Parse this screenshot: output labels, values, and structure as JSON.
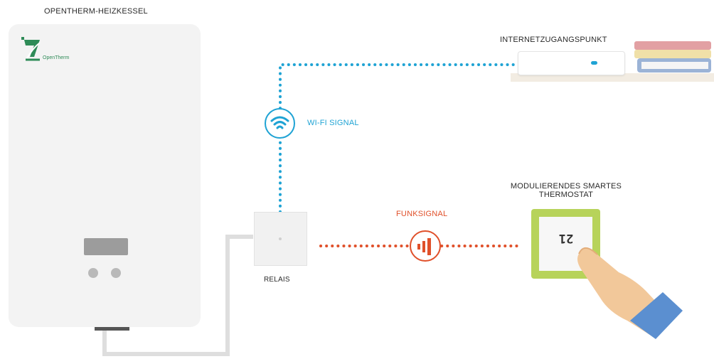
{
  "labels": {
    "boiler": "OPENTHERM-HEIZKESSEL",
    "access_point": "INTERNETZUGANGSPUNKT",
    "wifi_signal": "WI-FI SIGNAL",
    "thermostat_line1": "MODULIERENDES SMARTES",
    "thermostat_line2": "THERMOSTAT",
    "radio_signal": "FUNKSIGNAL",
    "relay": "RELAIS"
  },
  "boiler_logo": {
    "text": "OpenTherm"
  },
  "thermostat_display": {
    "value": "21"
  },
  "colors": {
    "wifi": "#1fa3d4",
    "radio": "#e0502a",
    "thermostat_frame": "#b7d35a",
    "boiler_body": "#f3f3f3",
    "logo_green": "#2e8b57"
  },
  "icons": {
    "wifi": "wifi-icon",
    "radio": "radio-signal-icon",
    "hand": "hand-pointer-icon",
    "books": "books-icon"
  }
}
